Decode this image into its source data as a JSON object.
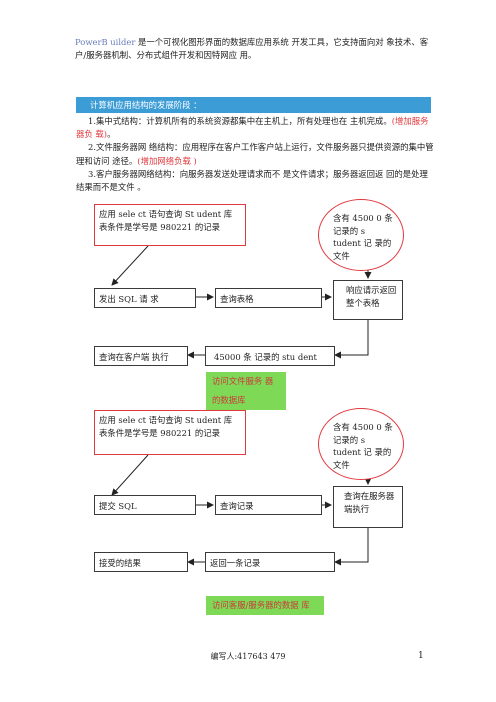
{
  "intro": {
    "brand": "PowerB uilder",
    "text": "是一个可视化图形界面的数据库应用系统 开发工具，它支持面向对 象技术、客户/服务器机制、分布式组件开发和因特网应 用。"
  },
  "section_heading": "计算机应用结构的发展阶段 ：",
  "items": [
    {
      "text": "1.集中式结构：计算机所有的系统资源都集中在主机上，所有处理也在 主机完成。",
      "note": "(增加服务器负 载)",
      "tail": "。"
    },
    {
      "text": "2.文件服务器网 络结构：应用程序在客户工作客户站上运行，文件服务器只提供资源的集中管理和访问 途径。",
      "note": "(增加网络负载 )",
      "tail": ""
    },
    {
      "text": "3.客户服务器网络结构：向服务器发送处理请求而不 是文件请求；服务器返回返 回的是处理结果而不是文件 。",
      "note": "",
      "tail": ""
    }
  ],
  "diagram1": {
    "app_box": "应用 sele ct 语句查询 St udent 库 表条件是学号是 980221 的记录",
    "ellipse": "含有 4500 0 条记录的 s tudent 记 录的文件",
    "send_box": "发出 SQL 请 求",
    "query_box": "查询表格",
    "response_box": "响应请示返回 整个表格",
    "client_box": "查询在客户端 执行",
    "records_box": "45000 条 记录的 stu dent",
    "caption": "访问文件服务 器的数据库"
  },
  "diagram2": {
    "app_box": "应用 sele ct 语句查询 St udent 库 表条件是学号是 980221 的记录",
    "ellipse": "含有 4500 0 条记录的 s tudent 记 录的文件",
    "send_box": "提交 SQL",
    "query_box": "查询记录",
    "server_box": "查询在服务器 端执行",
    "result_box": "接受的结果",
    "return_box": "返回一条记录",
    "caption": "访问客服/服务器的数据 库"
  },
  "footer": "编写人:417643 479",
  "page_number": "1"
}
